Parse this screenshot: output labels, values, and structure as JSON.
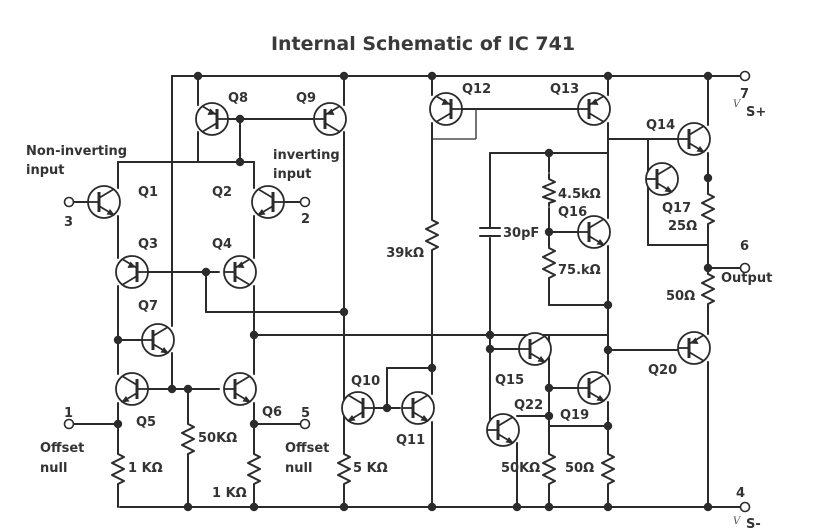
{
  "title": "Internal Schematic of IC 741",
  "transistors": {
    "q1": "Q1",
    "q2": "Q2",
    "q3": "Q3",
    "q4": "Q4",
    "q5": "Q5",
    "q6": "Q6",
    "q7": "Q7",
    "q8": "Q8",
    "q9": "Q9",
    "q10": "Q10",
    "q11": "Q11",
    "q12": "Q12",
    "q13": "Q13",
    "q14": "Q14",
    "q15": "Q15",
    "q16": "Q16",
    "q17": "Q17",
    "q19": "Q19",
    "q20": "Q20",
    "q22": "Q22"
  },
  "components": {
    "r_39k": "39kΩ",
    "c_30p": "30pF",
    "r_4_5k": "4.5kΩ",
    "r_75k": "75.kΩ",
    "r_25": "25Ω",
    "r_50_out": "50Ω",
    "r_50k_mid": "50KΩ",
    "r_1k_left": "1 KΩ",
    "r_1k_right": "1 KΩ",
    "r_5k": "5 KΩ",
    "r_50k_low": "50KΩ",
    "r_50_low": "50Ω"
  },
  "pins": {
    "noninv": {
      "number": "3",
      "line1": "Non-inverting",
      "line2": "input"
    },
    "inv": {
      "number": "2",
      "line1": "inverting",
      "line2": "input"
    },
    "vplus": {
      "number": "7",
      "symbol": "V",
      "name": "S+"
    },
    "vminus": {
      "number": "4",
      "symbol": "V",
      "name": "S-"
    },
    "output": {
      "number": "6",
      "name": "Output"
    },
    "offset1": {
      "number": "1",
      "line1": "Offset",
      "line2": "null"
    },
    "offset5": {
      "number": "5",
      "line1": "Offset",
      "line2": "null"
    }
  }
}
